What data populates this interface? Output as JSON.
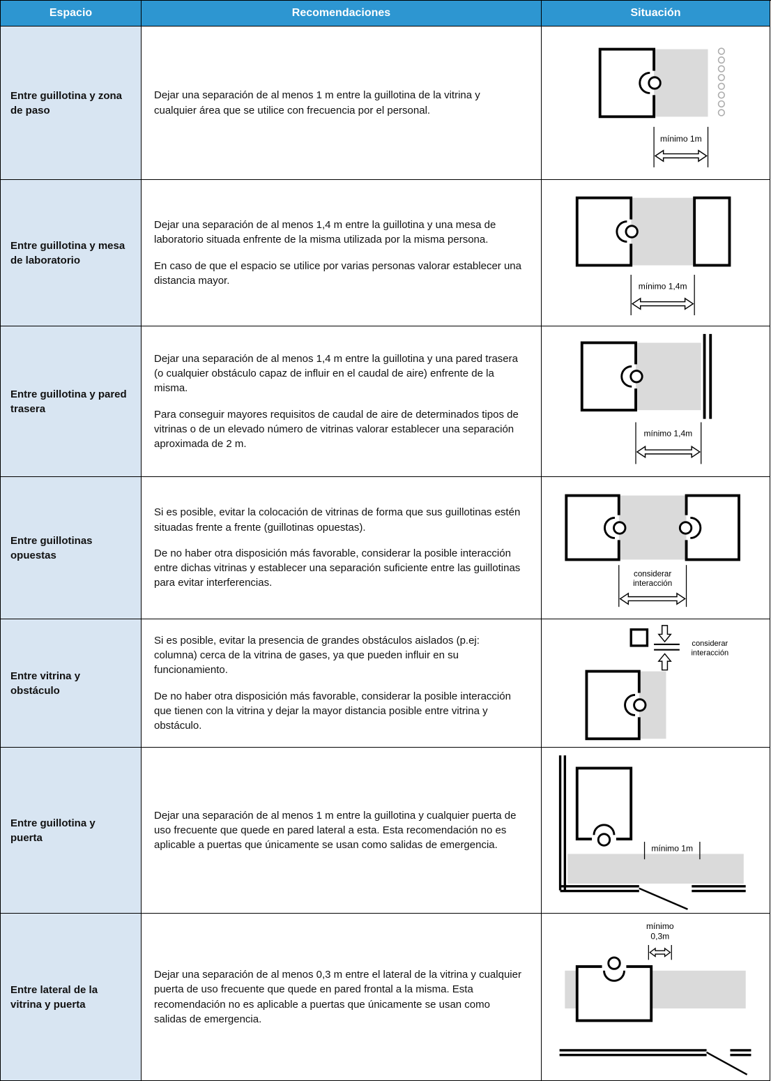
{
  "header": {
    "col1": "Espacio",
    "col2": "Recomendaciones",
    "col3": "Situación"
  },
  "colors": {
    "header_bg": "#2D96D1",
    "espacio_bg": "#D8E5F2",
    "clearance_gray": "#DADADA",
    "border": "#000000"
  },
  "rows": [
    {
      "espacio": "Entre guillotina y zona de paso",
      "p1": "Dejar una separación de al menos 1 m entre la guillotina de la vitrina y cualquier área que se utilice con frecuencia por el personal.",
      "diagram": {
        "name": "fume-hood-passage-zone",
        "measure": "mínimo 1m"
      }
    },
    {
      "espacio": "Entre guillotina y mesa de laboratorio",
      "p1": "Dejar una separación de al menos 1,4 m entre la guillotina y una mesa de laboratorio situada enfrente de la misma utilizada por la misma persona.",
      "p2": "En caso de que el espacio se utilice por varias personas valorar establecer una distancia mayor.",
      "diagram": {
        "name": "fume-hood-lab-bench",
        "measure": "mínimo 1,4m"
      }
    },
    {
      "espacio": "Entre guillotina y pared trasera",
      "p1": "Dejar una separación de al menos 1,4 m entre la guillotina y una pared trasera (o cualquier obstáculo capaz de influir en el caudal de aire) enfrente de la misma.",
      "p2": "Para conseguir mayores requisitos de caudal de aire de determinados tipos de vitrinas o de un elevado número de vitrinas valorar establecer una separación aproximada de 2 m.",
      "diagram": {
        "name": "fume-hood-rear-wall",
        "measure": "mínimo 1,4m"
      }
    },
    {
      "espacio": "Entre guillotinas opuestas",
      "p1": "Si es posible, evitar la colocación de vitrinas de forma que sus guillotinas estén situadas frente a frente (guillotinas opuestas).",
      "p2": "De no haber otra disposición más favorable, considerar la posible interacción entre dichas vitrinas y establecer una separación suficiente entre las guillotinas para evitar interferencias.",
      "diagram": {
        "name": "opposed-fume-hoods",
        "measure_line1": "considerar",
        "measure_line2": "interacción"
      }
    },
    {
      "espacio": "Entre vitrina y obstáculo",
      "p1": "Si es posible, evitar la presencia de grandes obstáculos aislados (p.ej: columna) cerca de la vitrina de gases, ya que pueden influir en su funcionamiento.",
      "p2": "De no haber otra disposición más favorable, considerar la posible interacción que tienen con la vitrina y dejar la mayor distancia posible entre vitrina y obstáculo.",
      "diagram": {
        "name": "fume-hood-obstacle",
        "measure_line1": "considerar",
        "measure_line2": "interacción"
      }
    },
    {
      "espacio": "Entre guillotina y puerta",
      "p1": "Dejar una separación de al menos 1 m entre la guillotina y cualquier puerta de uso frecuente que quede en pared lateral a esta. Esta recomendación no es aplicable a puertas que únicamente se usan como salidas de emergencia.",
      "diagram": {
        "name": "fume-hood-side-door",
        "measure": "mínimo 1m"
      }
    },
    {
      "espacio": "Entre lateral de la vitrina y puerta",
      "p1": "Dejar una separación de al menos 0,3 m entre el lateral de la vitrina y cualquier puerta de uso frecuente que quede en pared frontal a la misma. Esta recomendación no es aplicable a puertas que únicamente se usan como salidas de emergencia.",
      "diagram": {
        "name": "fume-hood-front-door",
        "measure_line1": "mínimo",
        "measure_line2": "0,3m"
      }
    }
  ]
}
